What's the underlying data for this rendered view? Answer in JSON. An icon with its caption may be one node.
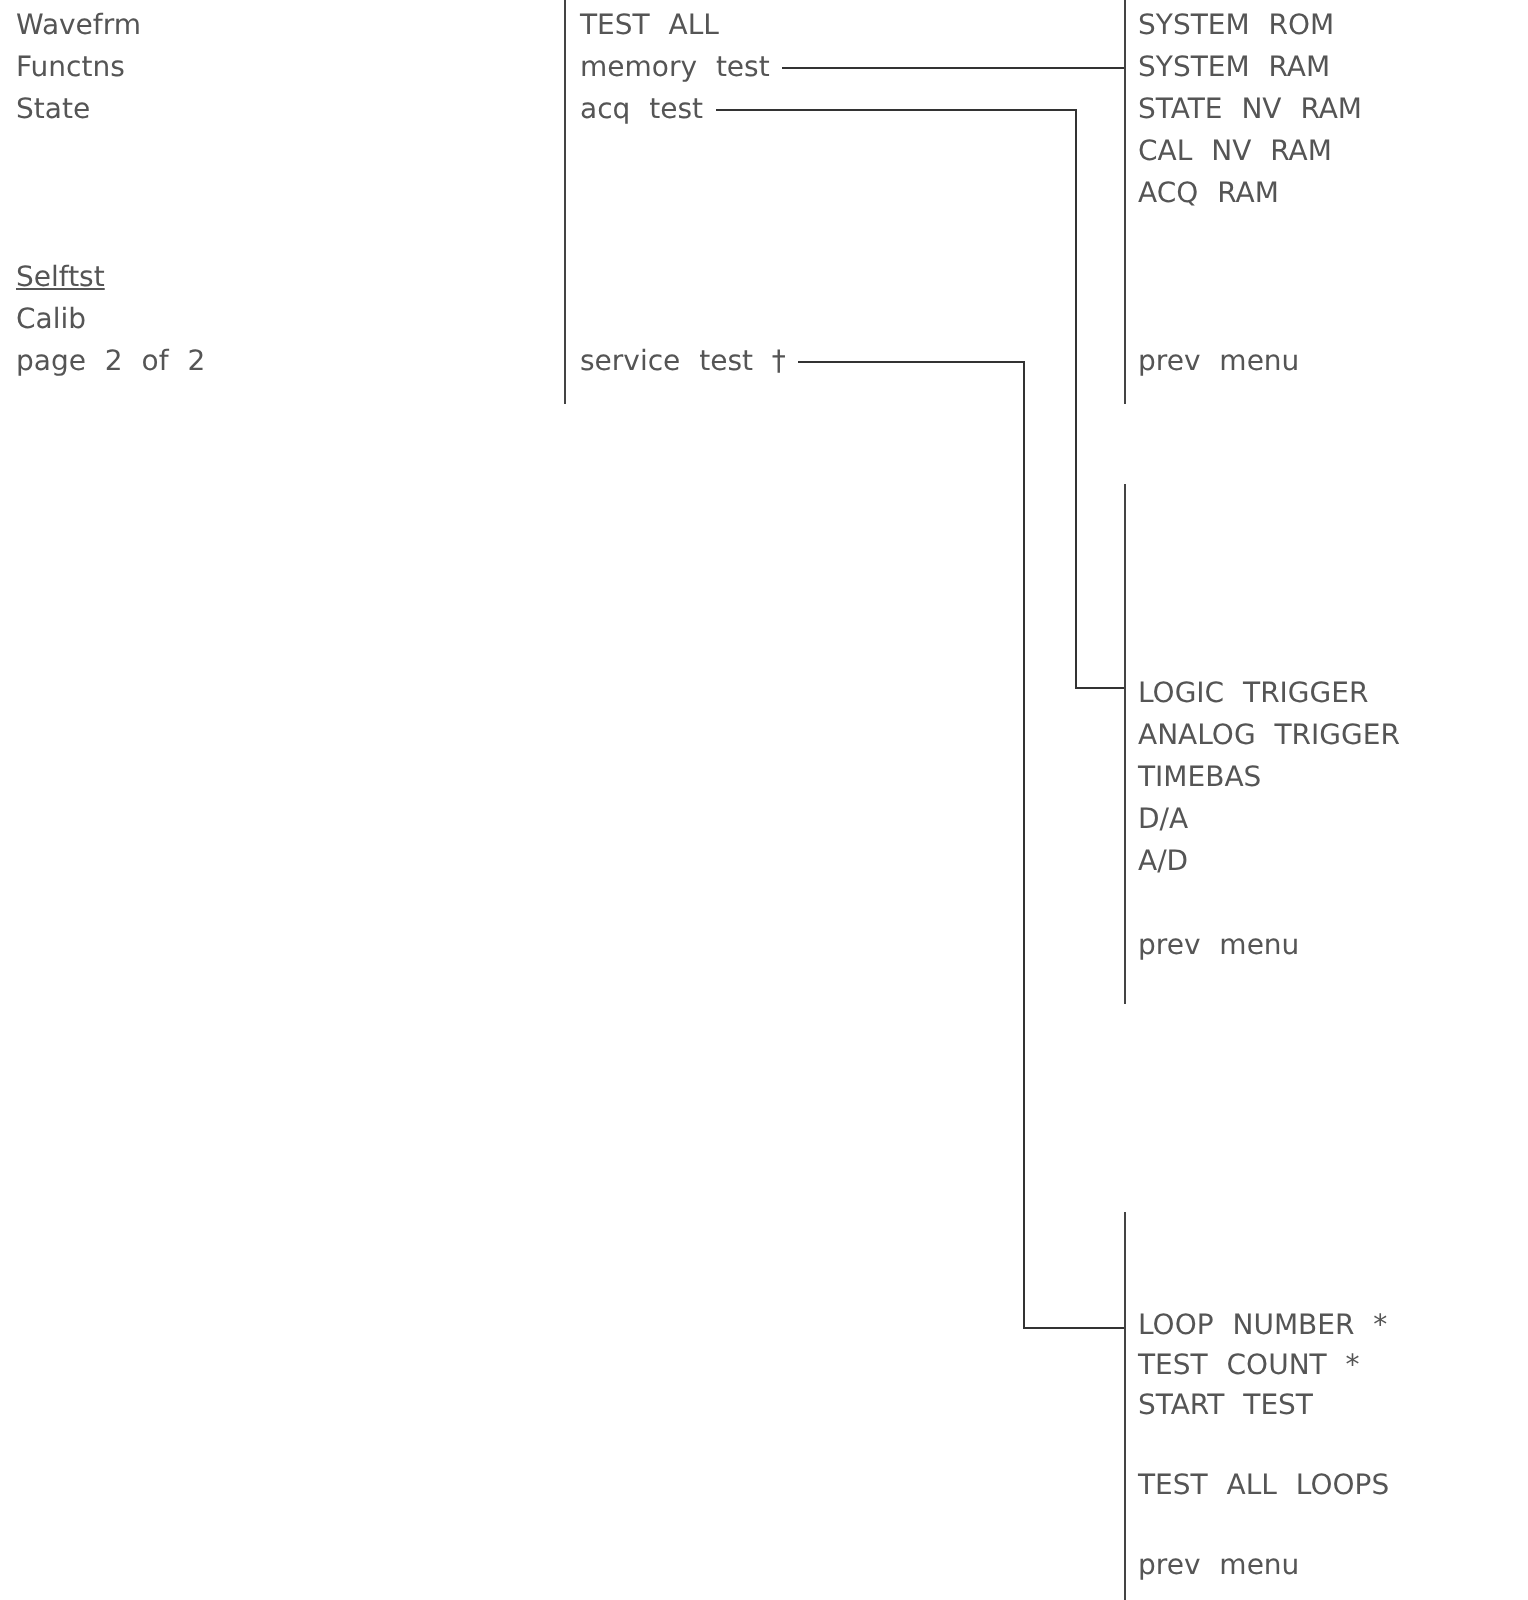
{
  "diagram": {
    "nodes": [
      {
        "text": [
          "TEST ALL"
        ]
      },
      {
        "text": [
          "memory test"
        ]
      },
      {
        "text": [
          "acq test"
        ]
      },
      {
        "text": [
          "service test †"
        ]
      },
      {
        "text": [
          "SYSTEM ROM",
          "SYSTEM RAM",
          "STATE NV RAM",
          "CAL NV RAM",
          "ACQ RAM",
          "prev menu"
        ]
      },
      {
        "text": [
          "LOGIC TRIGGER",
          "ANALOG TRIGGER",
          "TIMEBAS",
          "D/A",
          "A/D",
          "prev menu"
        ]
      },
      {
        "text": [
          "LOOP NUMBER *",
          "TEST COUNT *",
          "START TEST",
          "TEST ALL LOOPS",
          "prev menu"
        ]
      }
    ],
    "edges": [
      {
        "from": 1,
        "to": 4,
        "arrow": "none"
      },
      {
        "from": 2,
        "to": 5,
        "arrow": "none"
      },
      {
        "from": 3,
        "to": 6,
        "arrow": "none"
      }
    ],
    "labels": [
      "Wavefrm",
      "Functns",
      "State",
      "Selftst",
      "Calib",
      "page 2 of 2"
    ]
  }
}
